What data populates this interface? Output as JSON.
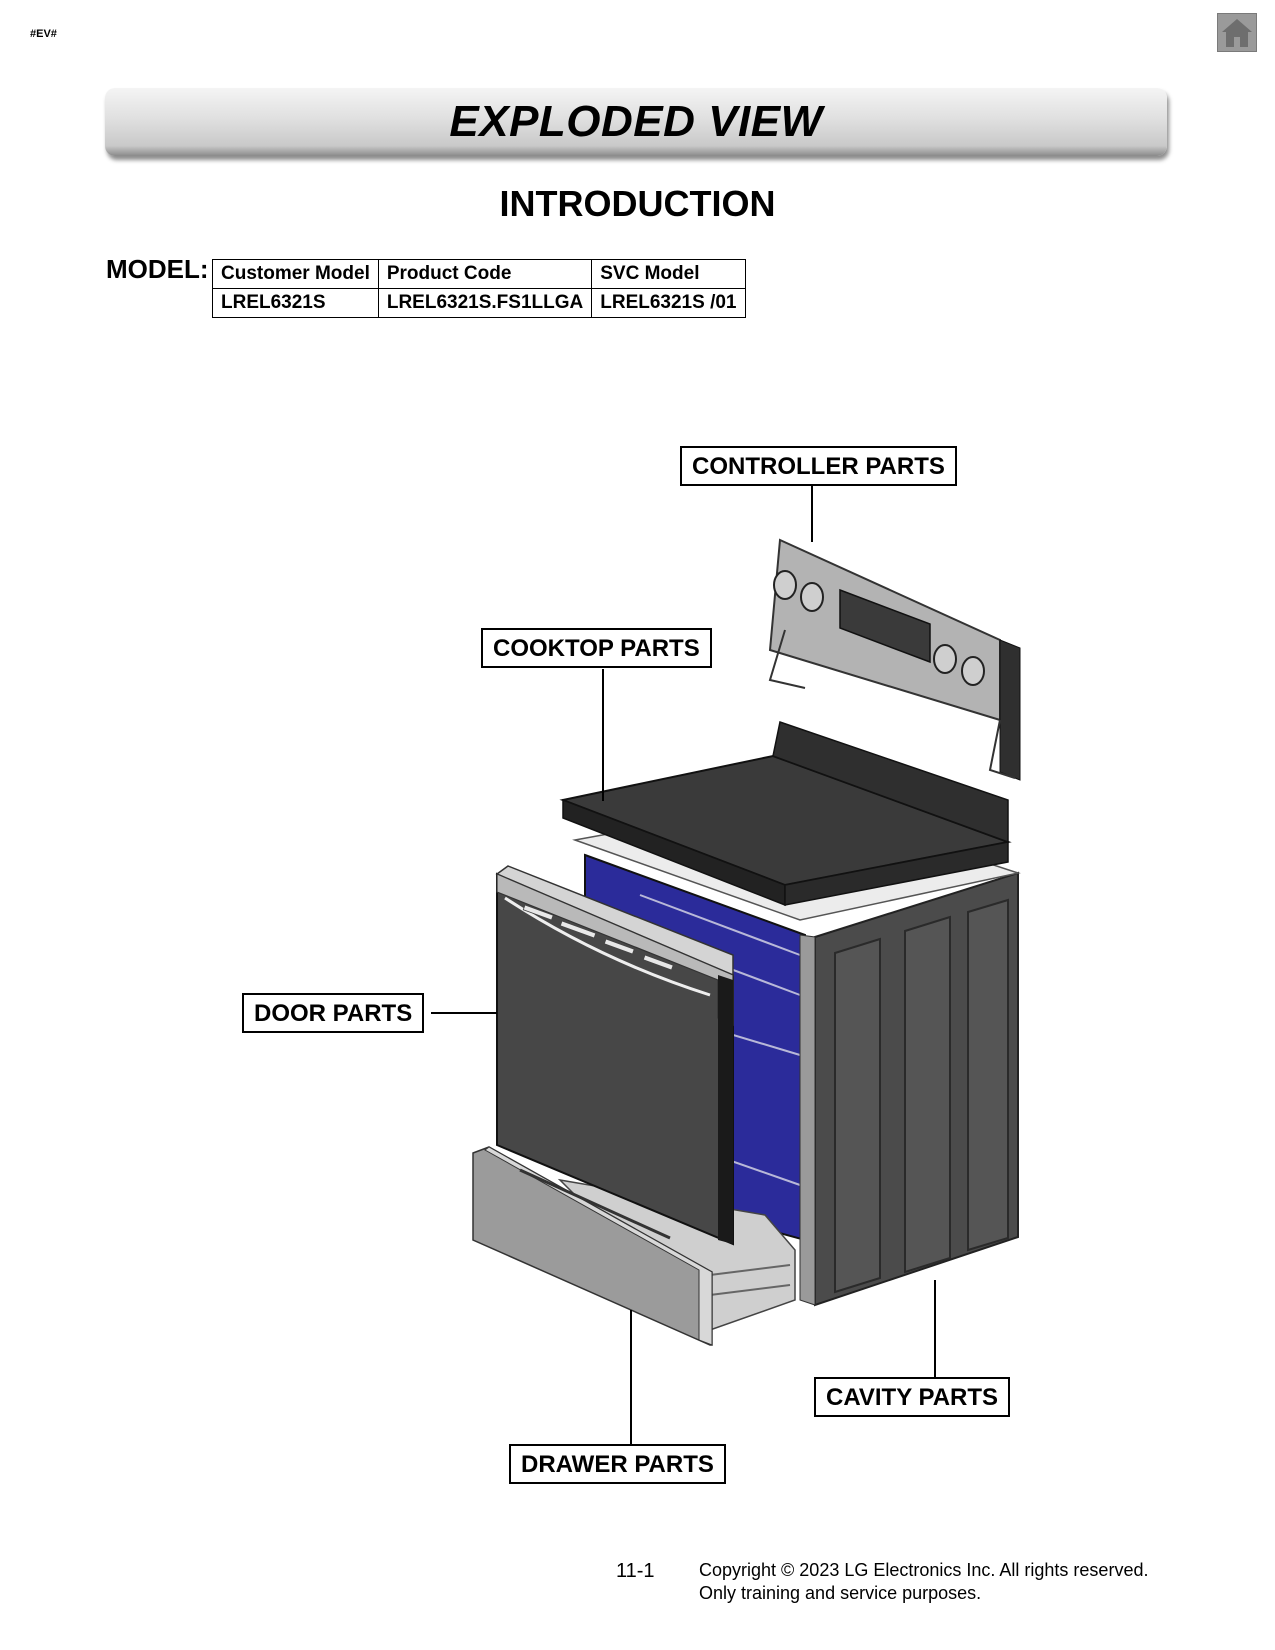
{
  "tag": "#EV#",
  "home_icon": "home-icon",
  "banner_title": "EXPLODED VIEW",
  "section_title": "INTRODUCTION",
  "model": {
    "label": "MODEL:",
    "headers": [
      "Customer Model",
      "Product Code",
      "SVC Model"
    ],
    "row": [
      "LREL6321S",
      "LREL6321S.FS1LLGA",
      "LREL6321S  /01"
    ]
  },
  "callouts": {
    "controller": "CONTROLLER PARTS",
    "cooktop": "COOKTOP PARTS",
    "door": "DOOR PARTS",
    "cavity": "CAVITY PARTS",
    "drawer": "DRAWER PARTS"
  },
  "footer": {
    "page": "11-1",
    "copyright": "Copyright © 2023 LG Electronics Inc. All rights reserved.",
    "note": "Only training and service purposes."
  },
  "colors": {
    "cavity_liner": "#2b2b9a",
    "panel_dark": "#4a4a4a",
    "steel": "#bdbdbd"
  }
}
